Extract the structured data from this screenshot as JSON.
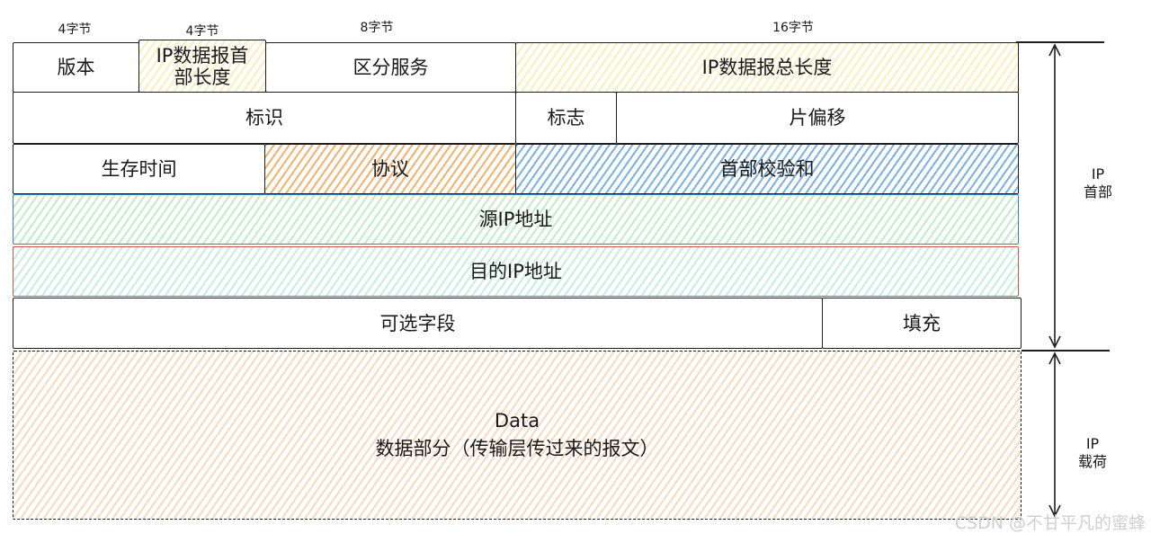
{
  "byte_labels": {
    "version": "4字节",
    "header_length": "4字节",
    "service": "8字节",
    "total_length": "16字节"
  },
  "fields": {
    "version": "版本",
    "header_length_line1": "IP数据报首",
    "header_length_line2": "部长度",
    "service": "区分服务",
    "total_length": "IP数据报总长度",
    "identification": "标识",
    "flags": "标志",
    "fragment_offset": "片偏移",
    "ttl": "生存时间",
    "protocol": "协议",
    "checksum": "首部校验和",
    "source_ip": "源IP地址",
    "dest_ip": "目的IP地址",
    "options": "可选字段",
    "padding": "填充",
    "data_line1": "Data",
    "data_line2": "数据部分（传输层传过来的报文）"
  },
  "side_labels": {
    "header_line1": "IP",
    "header_line2": "首部",
    "payload_line1": "IP",
    "payload_line2": "载荷"
  },
  "watermark": "CSDN @不甘平凡的蜜蜂",
  "colors": {
    "protocol": "#f0963c",
    "checksum": "#5096dc",
    "source_ip": "#8cdc96",
    "dest_ip": "#8cdcbe",
    "total_length": "#fadc78",
    "data": "#f0aa6e"
  }
}
